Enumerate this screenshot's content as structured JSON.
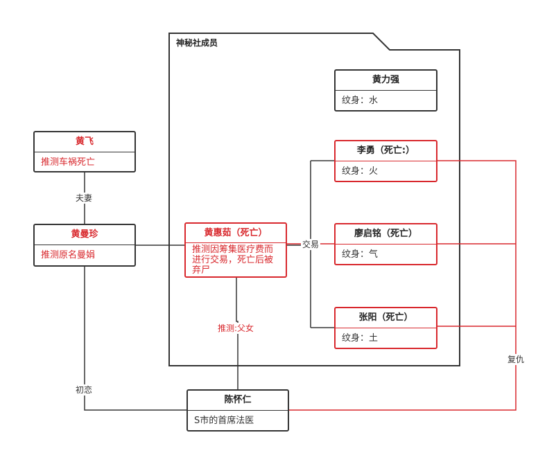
{
  "package": {
    "title": "神秘社成员"
  },
  "nodes": {
    "huang_feng": {
      "title": "黄飞",
      "body": "推测车祸死亡"
    },
    "huang_manzhen": {
      "title": "黄曼珍",
      "body": "推测原名曼娟"
    },
    "huang_huiru": {
      "title": "黄惠茹（死亡）",
      "body": "推测因筹集医疗费而进行交易，死亡后被弃尸"
    },
    "huang_liqiang": {
      "title": "黄力强",
      "body": "纹身：水"
    },
    "li_yong": {
      "title": "李勇（死亡:）",
      "body": "纹身：火"
    },
    "liao_qiming": {
      "title": "廖启铭（死亡）",
      "body": "纹身：气"
    },
    "zhang_yang": {
      "title": "张阳（死亡）",
      "body": "纹身：土"
    },
    "chen_huairen": {
      "title": "陈怀仁",
      "body": "S市的首席法医"
    }
  },
  "edges": {
    "spouse": "夫妻",
    "trade": "交易",
    "father_daughter": "推测:父女",
    "first_love": "初恋",
    "revenge": "复仇"
  },
  "colors": {
    "line": "#333333",
    "accent": "#d8272c"
  }
}
